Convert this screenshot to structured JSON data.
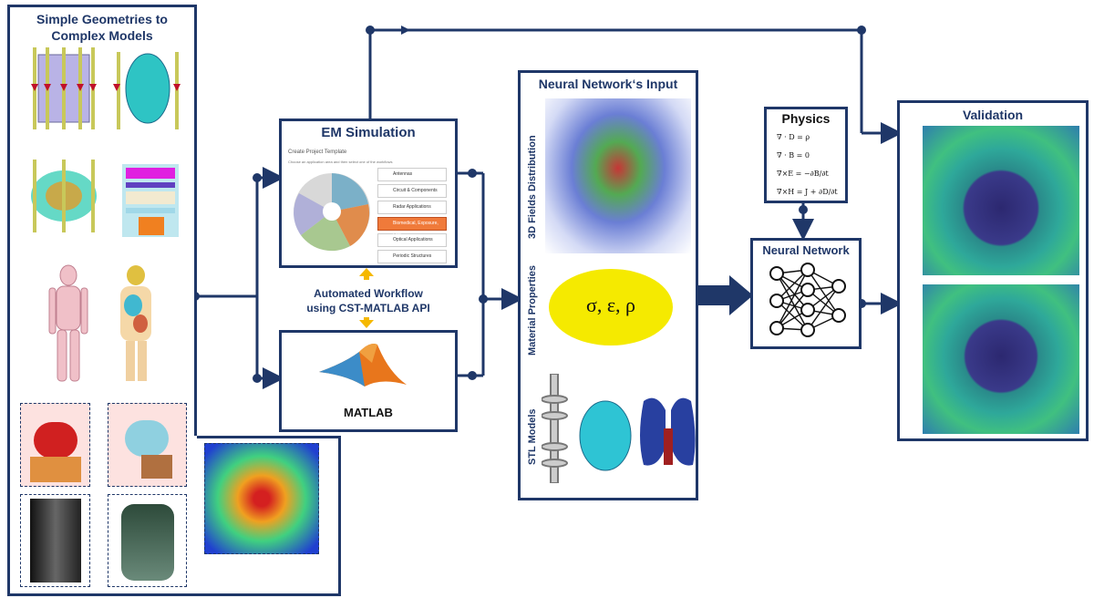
{
  "left_panel": {
    "title": "Simple Geometries to\nComplex Models"
  },
  "em_simulation": {
    "title": "EM Simulation",
    "template_header": "Create Project Template",
    "template_sub": "Choose an application area and then select one of the workflows",
    "menu_items": [
      "Antennas",
      "Circuit & Components",
      "Radar Applications",
      "Biomedical, Exposure, EMI",
      "Optical Applications",
      "Periodic Structures"
    ],
    "highlight_color": "#f07a3a"
  },
  "workflow": {
    "label_line1": "Automated Workflow",
    "label_line2": "using CST-MATLAB API"
  },
  "matlab": {
    "label": "MATLAB"
  },
  "nn_input": {
    "title": "Neural Network‘s Input",
    "section_fields": "3D Fields Distribution",
    "section_material": "Material Properties",
    "section_stl": "STL Models",
    "material_symbols": "σ, ε, ρ",
    "ellipse_color": "#f5ea00"
  },
  "physics": {
    "title": "Physics",
    "eq1": "∇ · D = ρ",
    "eq2": "∇ · B = 0",
    "eq3": "∇×E = −∂B/∂t",
    "eq4": "∇×H = J + ∂D/∂t"
  },
  "neural_network": {
    "title": "Neural Network"
  },
  "validation": {
    "title": "Validation"
  },
  "colors": {
    "frame": "#1f3768"
  }
}
